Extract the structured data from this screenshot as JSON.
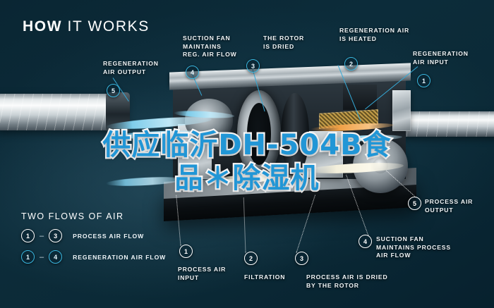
{
  "title": {
    "bold": "HOW",
    "light": " IT WORKS"
  },
  "watermark": {
    "line1": "供应临沂DH-504B食",
    "line2": "品＊除湿机"
  },
  "colors": {
    "background_dark": "#06202e",
    "background_mid": "#0c2c3a",
    "accent_cyan": "#35a9d6",
    "callout_white": "#ffffff",
    "watermark_fill": "#2196d6",
    "watermark_stroke": "#ffffff"
  },
  "callouts": [
    {
      "id": "regeneration-air-output",
      "number": "5",
      "style": "cyan",
      "label": "REGENERATION\nAIR OUTPUT"
    },
    {
      "id": "suction-fan-reg",
      "number": "4",
      "style": "cyan",
      "label": "SUCTION FAN\nMAINTAINS\nREG. AIR FLOW"
    },
    {
      "id": "rotor-is-dried",
      "number": "3",
      "style": "cyan",
      "label": "THE ROTOR\nIS DRIED"
    },
    {
      "id": "regeneration-air-heated",
      "number": "2",
      "style": "cyan",
      "label": "REGENERATION AIR\nIS HEATED"
    },
    {
      "id": "regeneration-air-input",
      "number": "1",
      "style": "cyan",
      "label": "REGENERATION\nAIR INPUT"
    },
    {
      "id": "process-air-output",
      "number": "5",
      "style": "white",
      "label": "PROCESS AIR\nOUTPUT"
    },
    {
      "id": "suction-fan-process",
      "number": "4",
      "style": "white",
      "label": "SUCTION FAN\nMAINTAINS PROCESS\nAIR FLOW"
    },
    {
      "id": "process-air-input",
      "number": "1",
      "style": "white",
      "label": "PROCESS AIR\nINPUT"
    },
    {
      "id": "filtration",
      "number": "2",
      "style": "white",
      "label": "FILTRATION"
    },
    {
      "id": "process-air-dried",
      "number": "3",
      "style": "white",
      "label": "PROCESS AIR IS DRIED\nBY THE ROTOR"
    }
  ],
  "legend": {
    "heading": "TWO FLOWS OF AIR",
    "rows": [
      {
        "from": "1",
        "to": "3",
        "dash": "–",
        "label": "PROCESS AIR FLOW",
        "style": "white"
      },
      {
        "from": "1",
        "to": "4",
        "dash": "–",
        "label": "REGENERATION AIR FLOW",
        "style": "cyan"
      }
    ]
  }
}
